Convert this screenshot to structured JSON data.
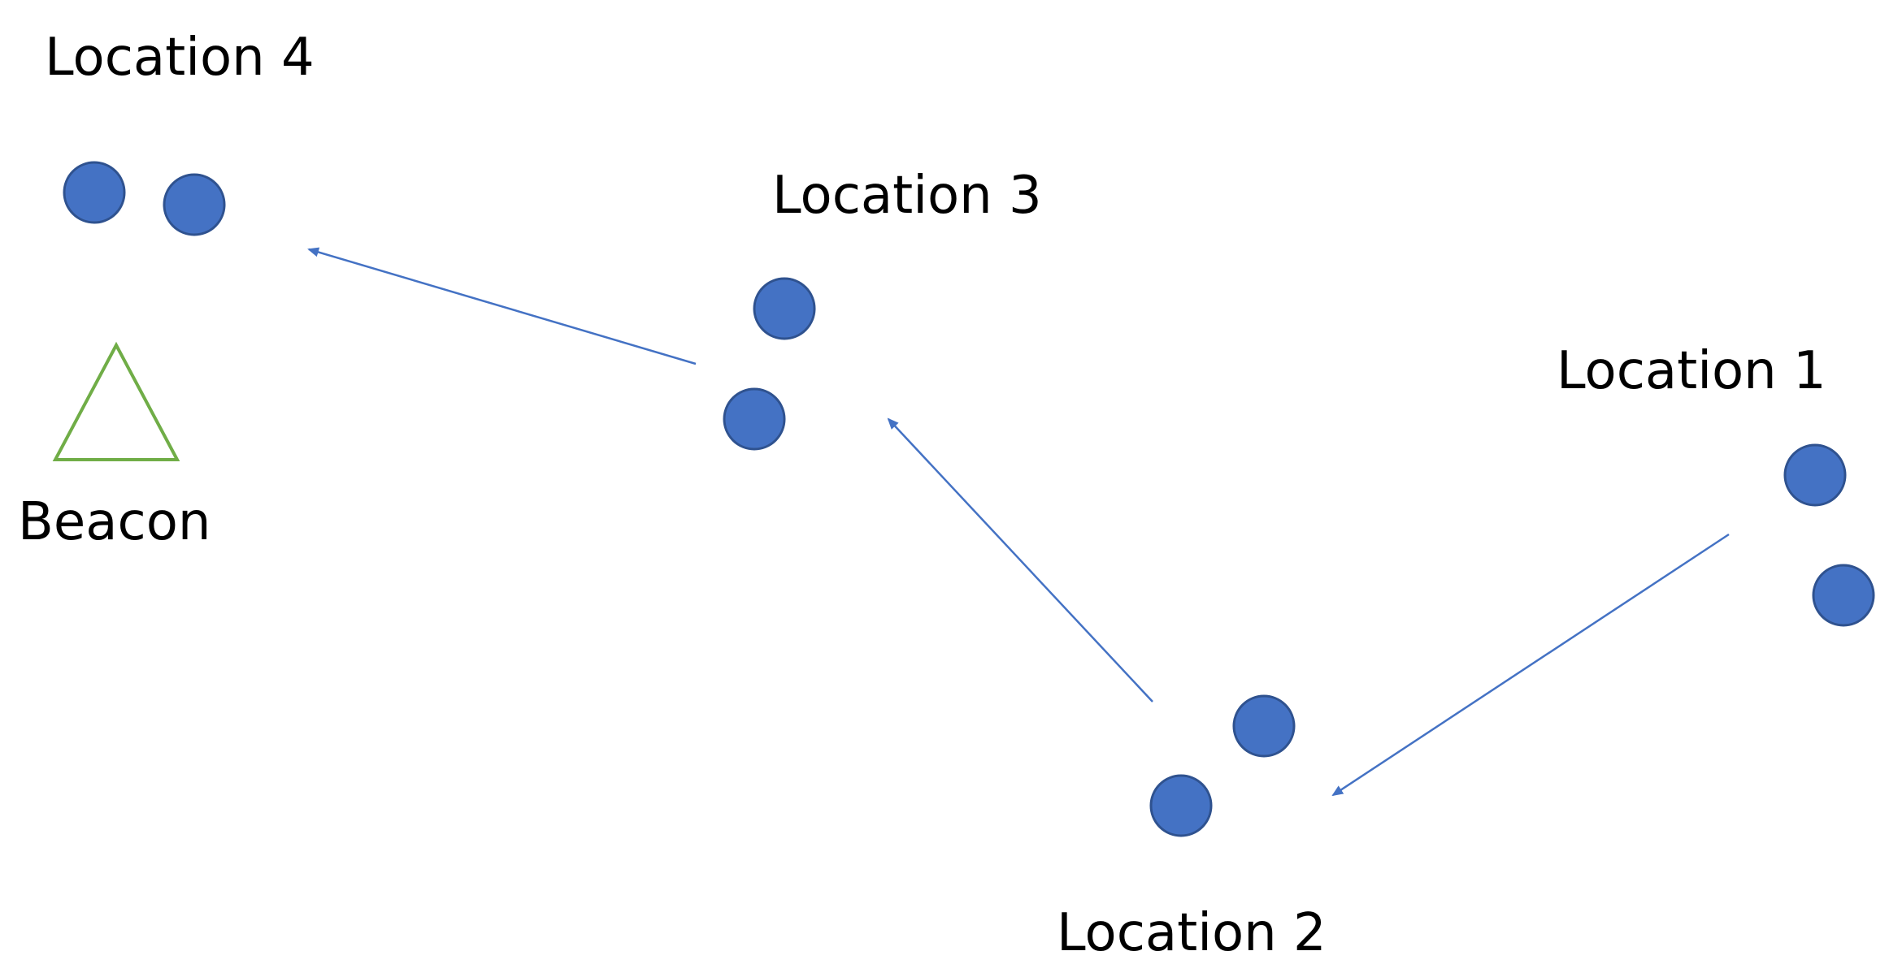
{
  "diagram": {
    "labels": {
      "location_4": "Location 4",
      "location_3": "Location 3",
      "location_1": "Location 1",
      "location_2": "Location 2",
      "beacon": "Beacon"
    },
    "colors": {
      "dot_fill": "#4472C4",
      "dot_stroke": "#2F528F",
      "arrow": "#4472C4",
      "beacon_stroke": "#70AD47"
    }
  }
}
